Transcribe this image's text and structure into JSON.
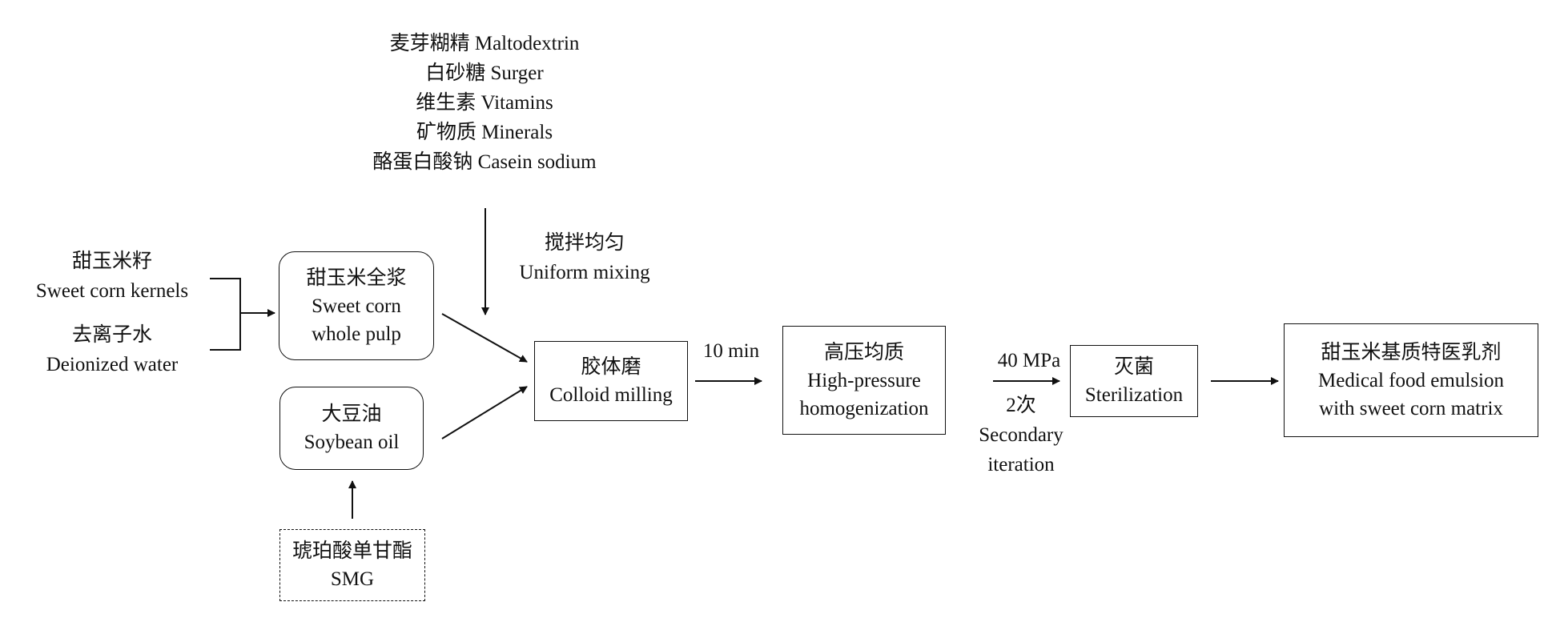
{
  "additives": {
    "maltodextrin": "麦芽糊精 Maltodextrin",
    "sugar": "白砂糖 Surger",
    "vitamins": "维生素 Vitamins",
    "minerals": "矿物质 Minerals",
    "casein": "酪蛋白酸钠 Casein sodium"
  },
  "mixing": {
    "zh": "搅拌均匀",
    "en": "Uniform mixing"
  },
  "inputs": {
    "kernels": {
      "zh": "甜玉米籽",
      "en": "Sweet corn kernels"
    },
    "water": {
      "zh": "去离子水",
      "en": "Deionized water"
    }
  },
  "pulp": {
    "zh": "甜玉米全浆",
    "en1": "Sweet corn",
    "en2": "whole pulp"
  },
  "soybean": {
    "zh": "大豆油",
    "en": "Soybean oil"
  },
  "smg": {
    "zh": "琥珀酸单甘酯",
    "en": "SMG"
  },
  "colloid": {
    "zh": "胶体磨",
    "en": "Colloid milling"
  },
  "milling_time": "10 min",
  "homogenization": {
    "zh": "高压均质",
    "en1": "High-pressure",
    "en2": "homogenization"
  },
  "pressure": "40 MPa",
  "iteration": {
    "zh": "2次",
    "en1": "Secondary",
    "en2": "iteration"
  },
  "sterilization": {
    "zh": "灭菌",
    "en": "Sterilization"
  },
  "product": {
    "zh": "甜玉米基质特医乳剂",
    "en1": "Medical food emulsion",
    "en2": "with sweet corn matrix"
  }
}
